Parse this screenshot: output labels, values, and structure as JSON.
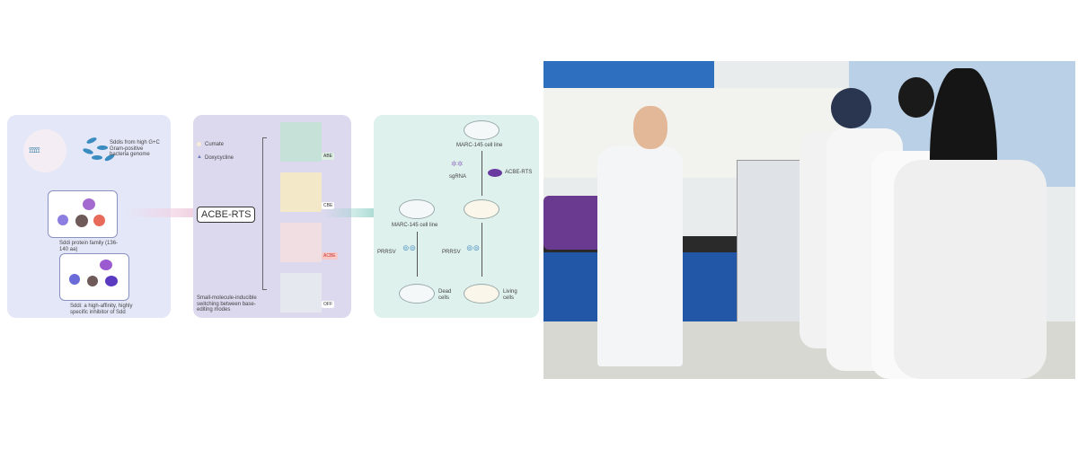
{
  "panel1": {
    "bacteria_label": "Sddis from high G+C Gram-positive bacteria genome",
    "family_label": "Sddi protein family (136-140 aa)",
    "inhibitor_label": "Sddi: a high-affinity, highly specific inhibitor of Sdd"
  },
  "panel2": {
    "legend": [
      "Cumate",
      "Doxycycline"
    ],
    "system": "ACBE-RTS",
    "modes": [
      "ABE",
      "CBE",
      "ACBE",
      "OFF"
    ],
    "caption": "Small-molecule-inducible switching between base-editing modes"
  },
  "panel3": {
    "cell_line_top": "MARC-145 cell line",
    "sgrna": "sgRNA",
    "acbe": "ACBE-RTS",
    "cell_line_left": "MARC-145 cell line",
    "virus_left": "PRRSV",
    "virus_right": "PRRSV",
    "dead": "Dead cells",
    "living": "Living cells"
  },
  "colors": {
    "panel1": "#e4e7f8",
    "panel2": "#dcd8ee",
    "panel3": "#dff1ec",
    "acbe_tag": "#f6c9c6"
  }
}
